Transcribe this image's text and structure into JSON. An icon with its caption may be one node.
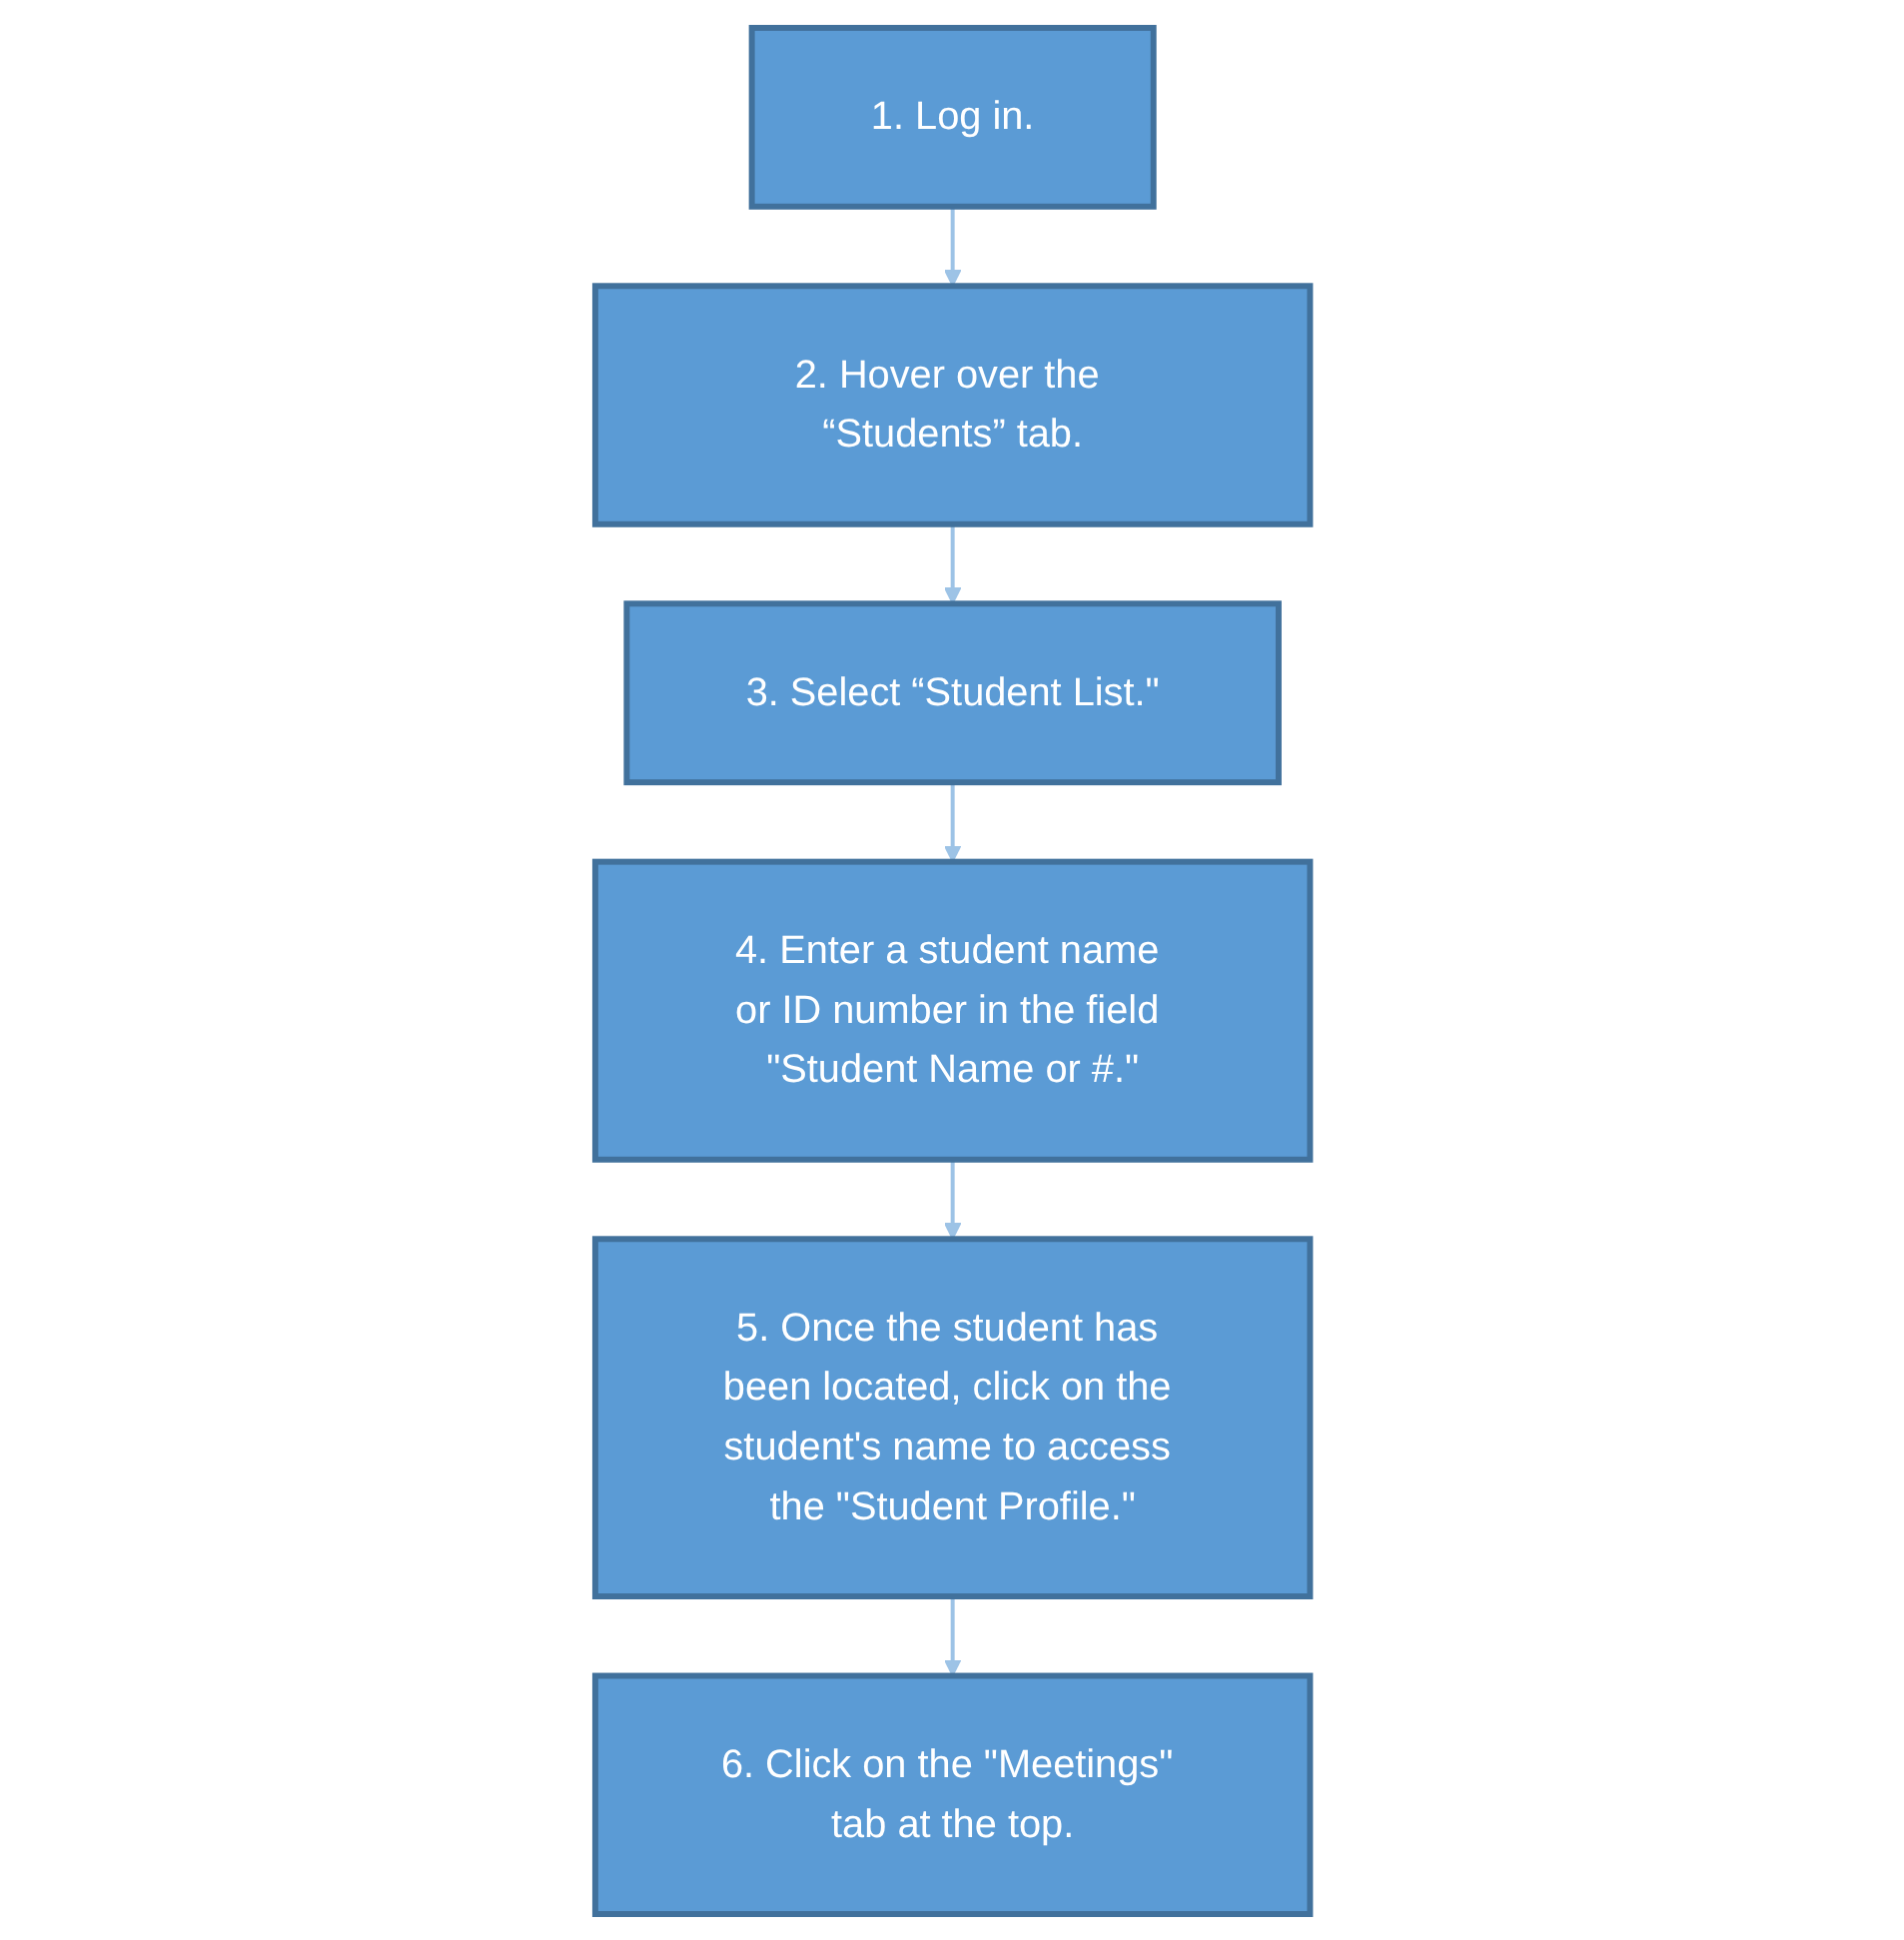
{
  "diagram": {
    "nodes": [
      {
        "text": [
          "1. Log in."
        ]
      },
      {
        "text": [
          "2. Hover over the “Students” tab."
        ]
      },
      {
        "text": [
          "3. Select “Student List.\""
        ]
      },
      {
        "text": [
          "4. Enter a student name or ID number in the field \"Student Name or #.\""
        ]
      },
      {
        "text": [
          "5. Once the student has been located, click on the student's name to access the \"Student Profile.\""
        ]
      },
      {
        "text": [
          "6. Click on the \"Meetings\" tab at the top."
        ]
      }
    ],
    "edges": [
      {
        "from": 0,
        "to": 1,
        "arrow": "to"
      },
      {
        "from": 1,
        "to": 2,
        "arrow": "to"
      },
      {
        "from": 2,
        "to": 3,
        "arrow": "to"
      },
      {
        "from": 3,
        "to": 4,
        "arrow": "to"
      },
      {
        "from": 4,
        "to": 5,
        "arrow": "to"
      }
    ]
  }
}
